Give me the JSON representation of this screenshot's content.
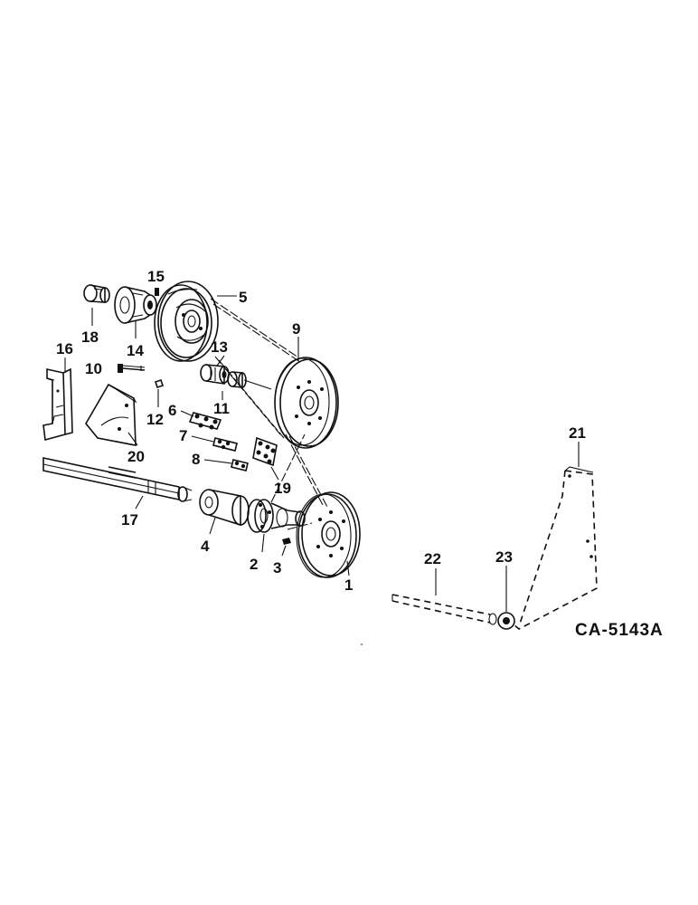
{
  "drawing_code": "CA-5143A",
  "callouts": [
    {
      "id": "c1",
      "text": "1"
    },
    {
      "id": "c2",
      "text": "2"
    },
    {
      "id": "c3",
      "text": "3"
    },
    {
      "id": "c4",
      "text": "4"
    },
    {
      "id": "c5",
      "text": "5"
    },
    {
      "id": "c6",
      "text": "6"
    },
    {
      "id": "c7",
      "text": "7"
    },
    {
      "id": "c8",
      "text": "8"
    },
    {
      "id": "c9",
      "text": "9"
    },
    {
      "id": "c10",
      "text": "10"
    },
    {
      "id": "c11",
      "text": "11"
    },
    {
      "id": "c12",
      "text": "12"
    },
    {
      "id": "c13",
      "text": "13"
    },
    {
      "id": "c14",
      "text": "14"
    },
    {
      "id": "c15",
      "text": "15"
    },
    {
      "id": "c16",
      "text": "16"
    },
    {
      "id": "c17",
      "text": "17"
    },
    {
      "id": "c18",
      "text": "18"
    },
    {
      "id": "c19",
      "text": "19"
    },
    {
      "id": "c20",
      "text": "20"
    },
    {
      "id": "c21",
      "text": "21"
    },
    {
      "id": "c22",
      "text": "22"
    },
    {
      "id": "c23",
      "text": "23"
    }
  ]
}
